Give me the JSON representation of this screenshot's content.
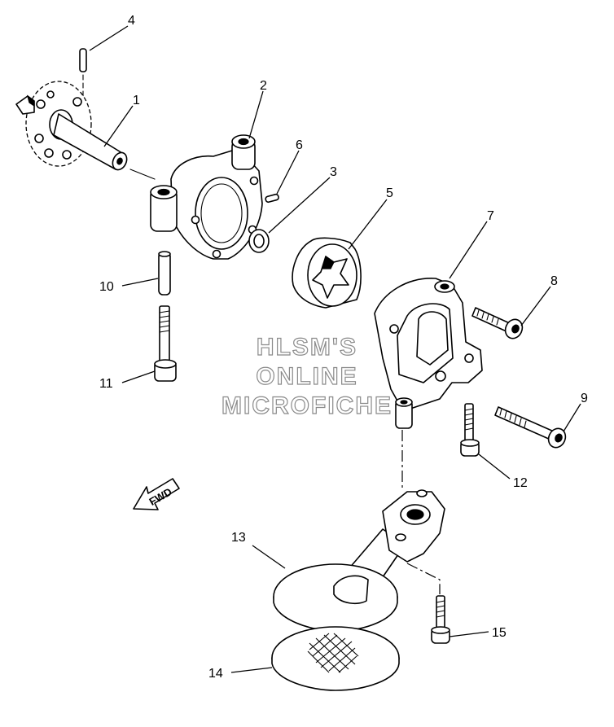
{
  "parts": [
    {
      "id": "1",
      "label": "1"
    },
    {
      "id": "2",
      "label": "2"
    },
    {
      "id": "3",
      "label": "3"
    },
    {
      "id": "4",
      "label": "4"
    },
    {
      "id": "5",
      "label": "5"
    },
    {
      "id": "6",
      "label": "6"
    },
    {
      "id": "7",
      "label": "7"
    },
    {
      "id": "8",
      "label": "8"
    },
    {
      "id": "9",
      "label": "9"
    },
    {
      "id": "10",
      "label": "10"
    },
    {
      "id": "11",
      "label": "11"
    },
    {
      "id": "12",
      "label": "12"
    },
    {
      "id": "13",
      "label": "13"
    },
    {
      "id": "14",
      "label": "14"
    },
    {
      "id": "15",
      "label": "15"
    }
  ],
  "watermark": {
    "line1": "HLSM'S",
    "line2": "ONLINE",
    "line3": "MICROFICHE"
  },
  "direction_arrow": {
    "text": "FWD"
  }
}
